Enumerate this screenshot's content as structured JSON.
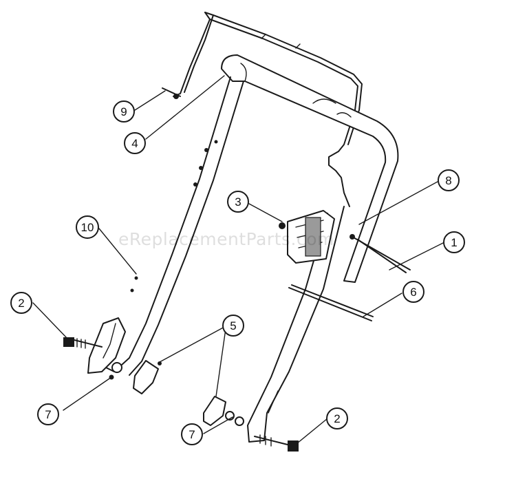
{
  "watermark": "eReplacementParts.com",
  "callouts": [
    "9",
    "4",
    "10",
    "3",
    "8",
    "1",
    "6",
    "2",
    "2",
    "5",
    "7",
    "7"
  ],
  "colors": {
    "line": "#1a1a1a",
    "shade": "#9a9a9a"
  }
}
